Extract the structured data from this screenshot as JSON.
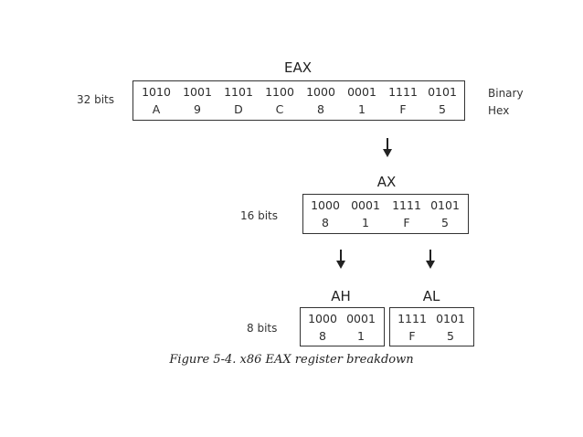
{
  "eax": {
    "name": "EAX",
    "width_label": "32 bits",
    "binary": [
      "1010",
      "1001",
      "1101",
      "1100",
      "1000",
      "0001",
      "1111",
      "0101"
    ],
    "hex": [
      "A",
      "9",
      "D",
      "C",
      "8",
      "1",
      "F",
      "5"
    ],
    "binary_label": "Binary",
    "hex_label": "Hex"
  },
  "ax": {
    "name": "AX",
    "width_label": "16 bits",
    "binary": [
      "1000",
      "0001",
      "1111",
      "0101"
    ],
    "hex": [
      "8",
      "1",
      "F",
      "5"
    ]
  },
  "ah": {
    "name": "AH",
    "binary": [
      "1000",
      "0001"
    ],
    "hex": [
      "8",
      "1"
    ]
  },
  "al": {
    "name": "AL",
    "binary": [
      "1111",
      "0101"
    ],
    "hex": [
      "F",
      "5"
    ]
  },
  "ahal": {
    "width_label": "8 bits"
  },
  "caption": "Figure 5-4. x86 EAX register breakdown"
}
